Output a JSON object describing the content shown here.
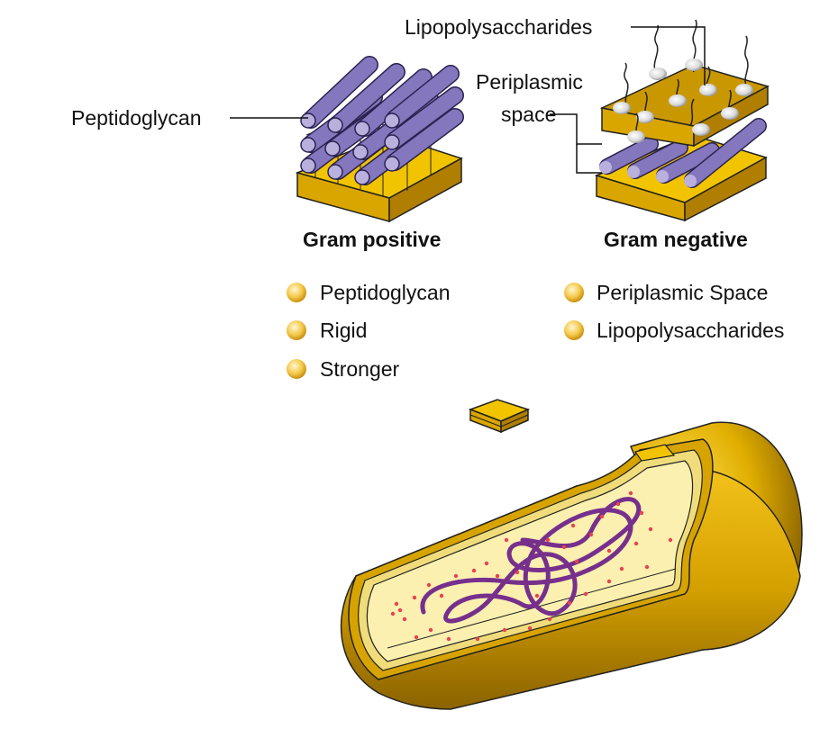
{
  "labels": {
    "peptidoglycan": "Peptidoglycan",
    "lipopolysaccharides": "Lipopolysaccharides",
    "periplasmic_line1": "Periplasmic",
    "periplasmic_line2": "space"
  },
  "titles": {
    "gram_positive": "Gram positive",
    "gram_negative": "Gram negative"
  },
  "features": {
    "gram_positive": [
      "Peptidoglycan",
      "Rigid",
      "Stronger"
    ],
    "gram_negative": [
      "Periplasmic Space",
      "Lipopolysaccharides"
    ]
  },
  "colors": {
    "gold_top": "#f2c400",
    "gold_front": "#d9a600",
    "gold_side": "#b07e00",
    "peptidoglycan_rod": "#8477bd",
    "rod_end": "#b9b0de",
    "lps_top": "#c99700",
    "cytoplasm": "#fbf0b0",
    "dna": "#76308c",
    "ribosome": "#e8424f",
    "bullet": "#f4c94a"
  }
}
